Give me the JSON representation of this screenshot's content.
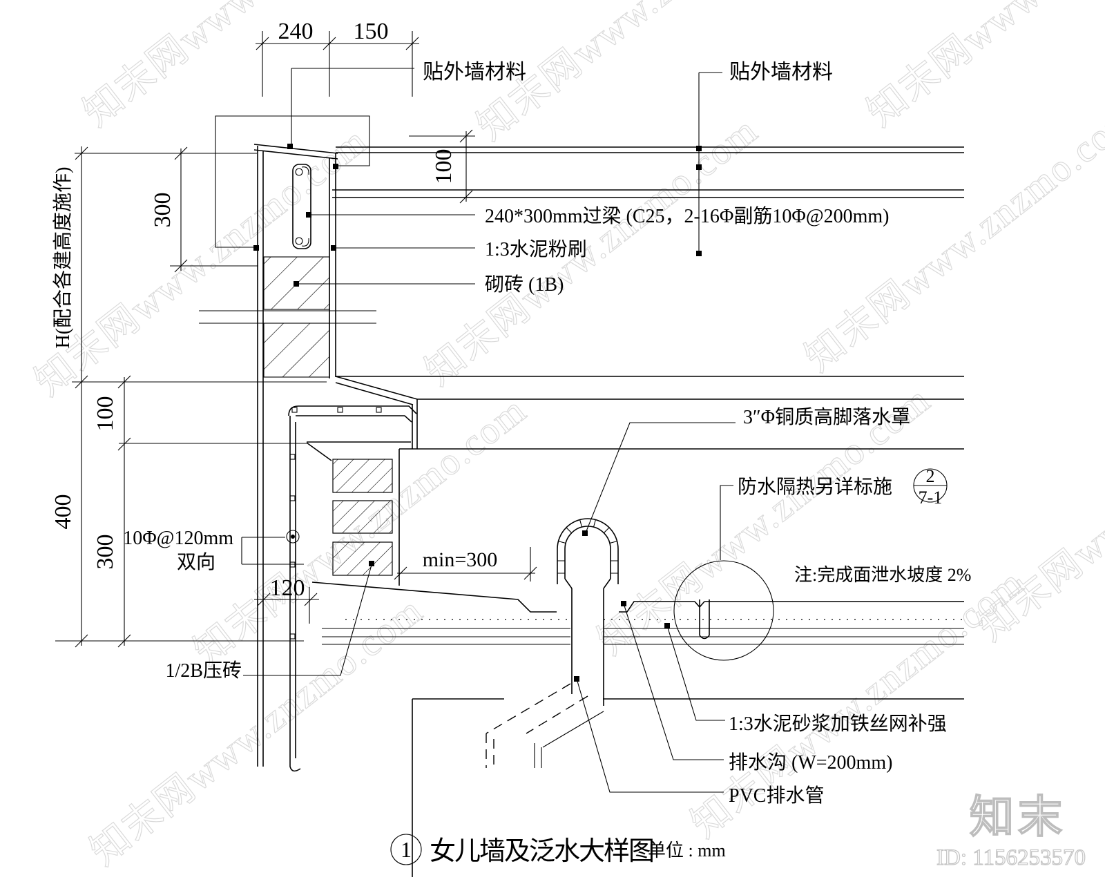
{
  "drawing": {
    "title_number": "1",
    "title": "女儿墙及泛水大样图",
    "unit": "单位 : mm",
    "detail_marker_top": "2",
    "detail_marker_bottom": "7-1"
  },
  "dimensions": {
    "top_240": "240",
    "top_150": "150",
    "slab_100": "100",
    "beam_300": "300",
    "h_note": "H(配合各建高度施作)",
    "left_100": "100",
    "left_400": "400",
    "left_300": "300",
    "width_120": "120",
    "min_300": "min=300"
  },
  "labels": {
    "ext_wall_material_left": "贴外墙材料",
    "ext_wall_material_right": "贴外墙材料",
    "lintel": "240*300mm过梁 (C25，2-16Φ副筋10Φ@200mm)",
    "cement_plaster": "1:3水泥粉刷",
    "masonry": "砌砖 (1B)",
    "rebar": "10Φ@120mm",
    "rebar_dir": "双向",
    "press_brick": "1/2B压砖",
    "drain_cover": "3″Φ铜质高脚落水罩",
    "waterproof_insulation": "防水隔热另详标施",
    "slope_note": "注:完成面泄水坡度 2%",
    "mortar_mesh": "1:3水泥砂浆加铁丝网补强",
    "gutter": "排水沟 (W=200mm)",
    "pvc_pipe": "PVC排水管"
  },
  "watermark": {
    "tile": "知末网www.znzmo.com",
    "logo": "知末",
    "id": "ID: 1156253570"
  },
  "colors": {
    "line": "#000000",
    "watermark": "#d4d4d4",
    "background": "#ffffff"
  }
}
